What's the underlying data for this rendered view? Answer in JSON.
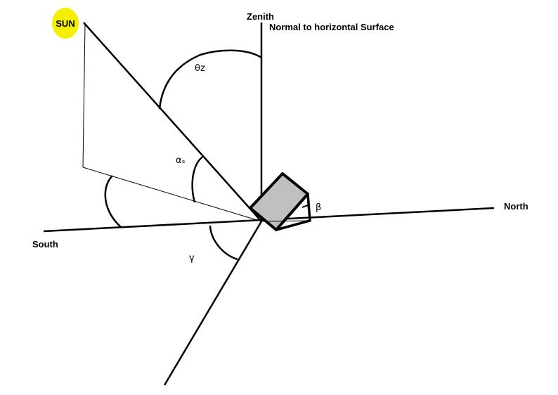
{
  "labels": {
    "sun": "SUN",
    "zenith": "Zenith",
    "normal": "Normal to horizontal Surface",
    "north": "North",
    "south": "South",
    "theta_z": "θz",
    "alpha_s": "αₛ",
    "beta": "β",
    "gamma": "γ"
  },
  "colors": {
    "sun_fill": "#f5f000",
    "panel_fill": "#c0c0c0",
    "line": "#000000"
  }
}
